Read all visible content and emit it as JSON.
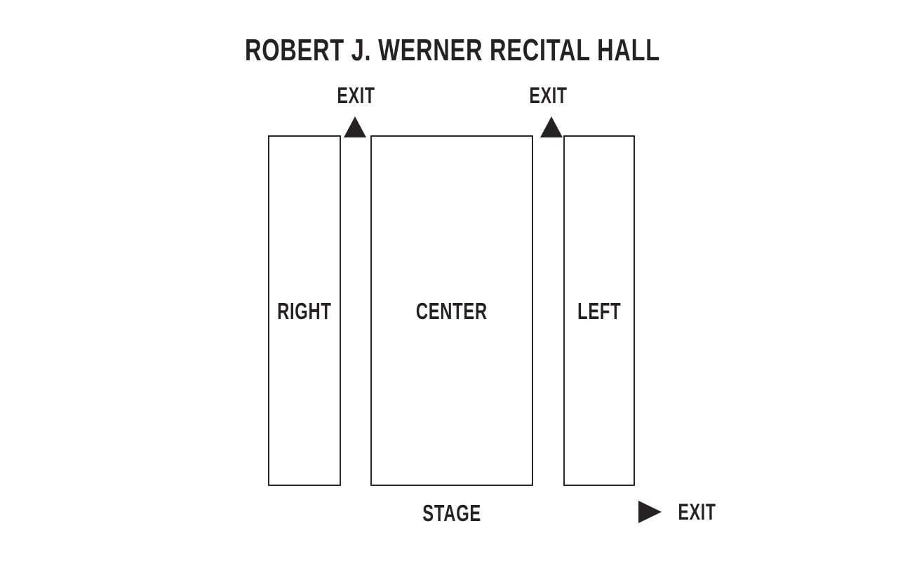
{
  "title": "ROBERT J. WERNER RECITAL HALL",
  "sections": [
    {
      "id": "right",
      "label": "RIGHT"
    },
    {
      "id": "center",
      "label": "CENTER"
    },
    {
      "id": "left",
      "label": "LEFT"
    }
  ],
  "stage_label": "STAGE",
  "exits": [
    {
      "label": "EXIT",
      "position": "top-left",
      "icon": "triangle-up"
    },
    {
      "label": "EXIT",
      "position": "top-right",
      "icon": "triangle-up"
    },
    {
      "label": "EXIT",
      "position": "bottom-right",
      "icon": "triangle-right"
    }
  ],
  "colors": {
    "ink": "#262223",
    "border": "#2b2627",
    "background": "#ffffff"
  }
}
